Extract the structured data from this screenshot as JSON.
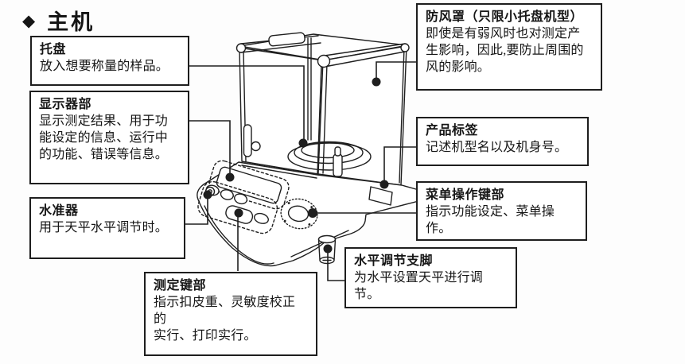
{
  "heading": {
    "marker": "◆",
    "title": "主机"
  },
  "callouts": {
    "pan": {
      "title": "托盘",
      "body": [
        "放入想要称量的样品。"
      ]
    },
    "display": {
      "title": "显示器部",
      "body": [
        "显示测定结果、用于功",
        "能设定的信息、运行中",
        "的功能、错误等信息。"
      ]
    },
    "level": {
      "title": "水准器",
      "body": [
        "用于天平水平调节时。"
      ]
    },
    "measuring_keys": {
      "title": "测定键部",
      "body": [
        "指示扣皮重、灵敏度校正的",
        "实行、打印实行。"
      ]
    },
    "windshield": {
      "title": "防风罩（只限小托盘机型）",
      "body": [
        "即使是有弱风时也对测定产",
        "生影响，因此,要防止周围的",
        "风的影响。"
      ]
    },
    "product_label": {
      "title": "产品标签",
      "body": [
        "记述机型名以及机身号。"
      ]
    },
    "menu_keys": {
      "title": "菜单操作键部",
      "body": [
        "指示功能设定、菜单操作。"
      ]
    },
    "leveling_foot": {
      "title": "水平调节支脚",
      "body": [
        "为水平设置天平进行调节。"
      ]
    }
  },
  "illustration": {
    "label": "analytical-balance-line-drawing",
    "ink_color": "#1f1f1f"
  }
}
